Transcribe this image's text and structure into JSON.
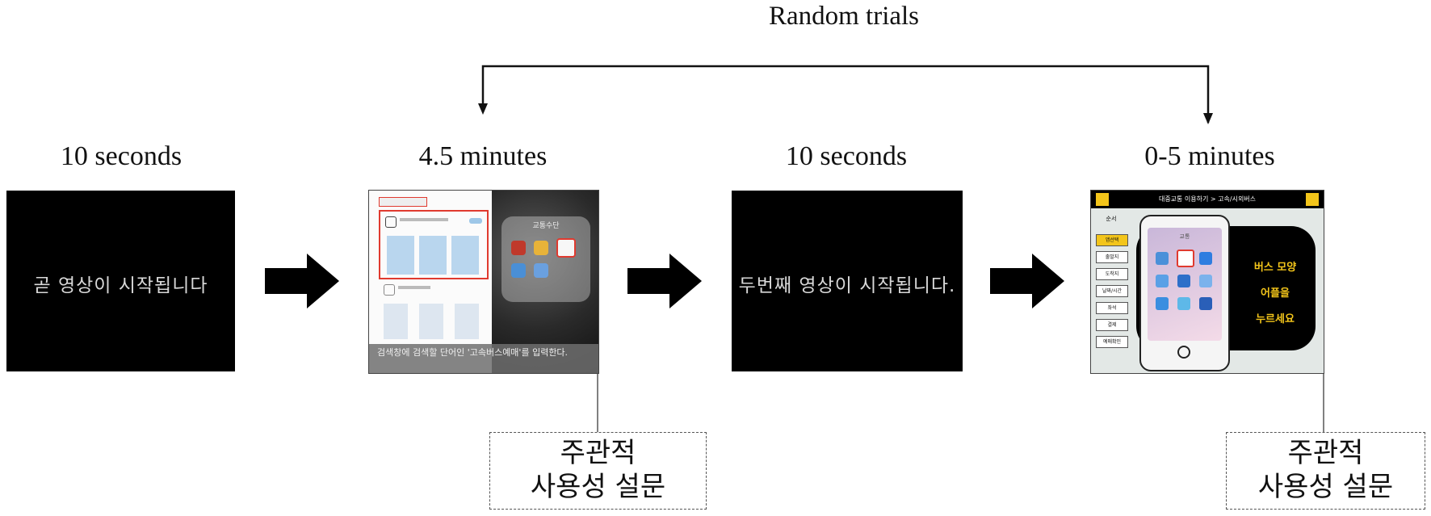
{
  "title": "Random trials",
  "steps": [
    {
      "duration": "10 seconds",
      "screen_text": "곧 영상이 시작됩니다"
    },
    {
      "duration": "4.5 minutes",
      "caption": "검색창에 검색할 단어인 '고속버스예매'를 입력한다.",
      "folder_label": "교통수단"
    },
    {
      "duration": "10 seconds",
      "screen_text": "두번째 영상이 시작됩니다."
    },
    {
      "duration": "0-5 minutes",
      "kiosk": {
        "header": "대중교통 이용하기 > 고속/시외버스",
        "menu_title": "순서",
        "menu": [
          "앱선택",
          "출발지",
          "도착지",
          "날짜/시간",
          "좌석",
          "결제",
          "예매확인"
        ],
        "folder_label": "교통",
        "instruction": [
          "버스 모양",
          "어플을",
          "누르세요"
        ]
      }
    }
  ],
  "surveys": [
    {
      "line1": "주관적",
      "line2": "사용성 설문"
    },
    {
      "line1": "주관적",
      "line2": "사용성 설문"
    }
  ],
  "colors": {
    "screen": "#000000",
    "kiosk_accent": "#f3c51a",
    "highlight": "#e03a2f"
  }
}
